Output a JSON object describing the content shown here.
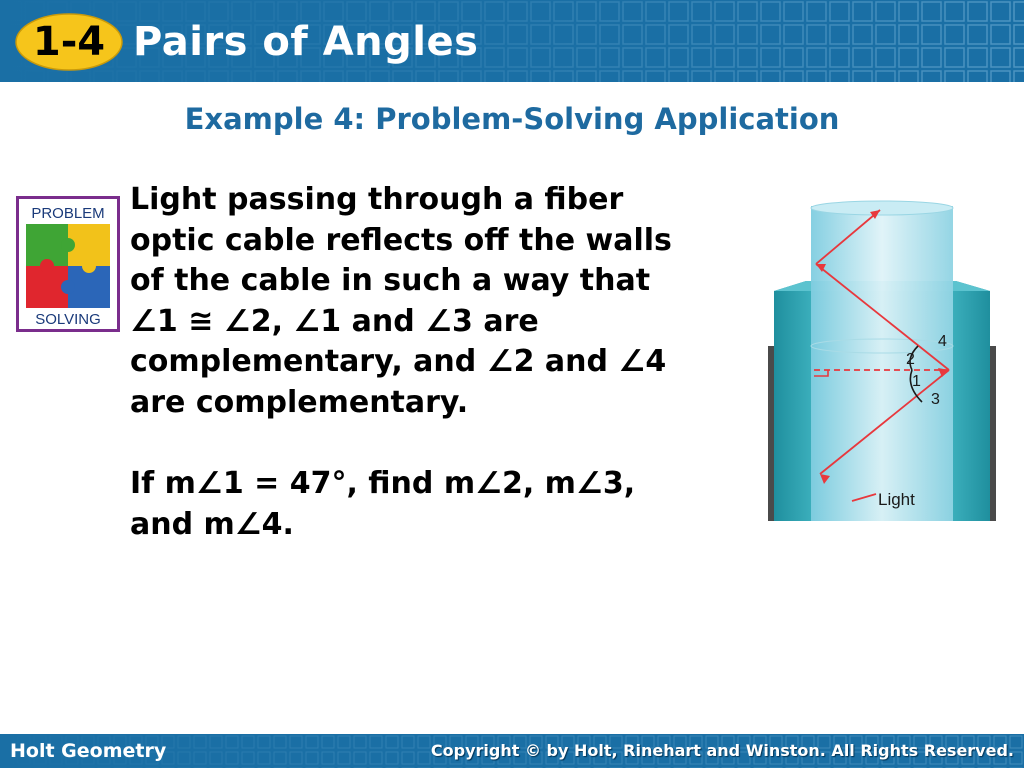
{
  "header": {
    "lesson_number": "1-4",
    "lesson_title": "Pairs of Angles"
  },
  "example_title": "Example 4: Problem-Solving Application",
  "logo": {
    "top_text": "PROBLEM",
    "bottom_text": "SOLVING"
  },
  "problem": {
    "lines": [
      "Light passing through a fiber",
      "optic cable reflects off the walls",
      "of the cable in such a way that",
      "∠1 ≅ ∠2, ∠1 and ∠3 are",
      "complementary, and ∠2 and ∠4",
      "are complementary."
    ],
    "question_lines": [
      "If m∠1 = 47°, find m∠2, m∠3,",
      "and m∠4."
    ]
  },
  "figure": {
    "angle_labels": [
      "4",
      "2",
      "1",
      "3"
    ],
    "light_label": "Light"
  },
  "footer": {
    "left_text": "Holt Geometry",
    "right_text": "Copyright © by Holt, Rinehart and Winston. All Rights Reserved."
  },
  "colors": {
    "header_blue": "#1a6fa5",
    "title_blue": "#1e6aa0",
    "badge_yellow": "#f6c51b",
    "ray_red": "#e8383d",
    "cable_teal": "#2aa3b0"
  }
}
